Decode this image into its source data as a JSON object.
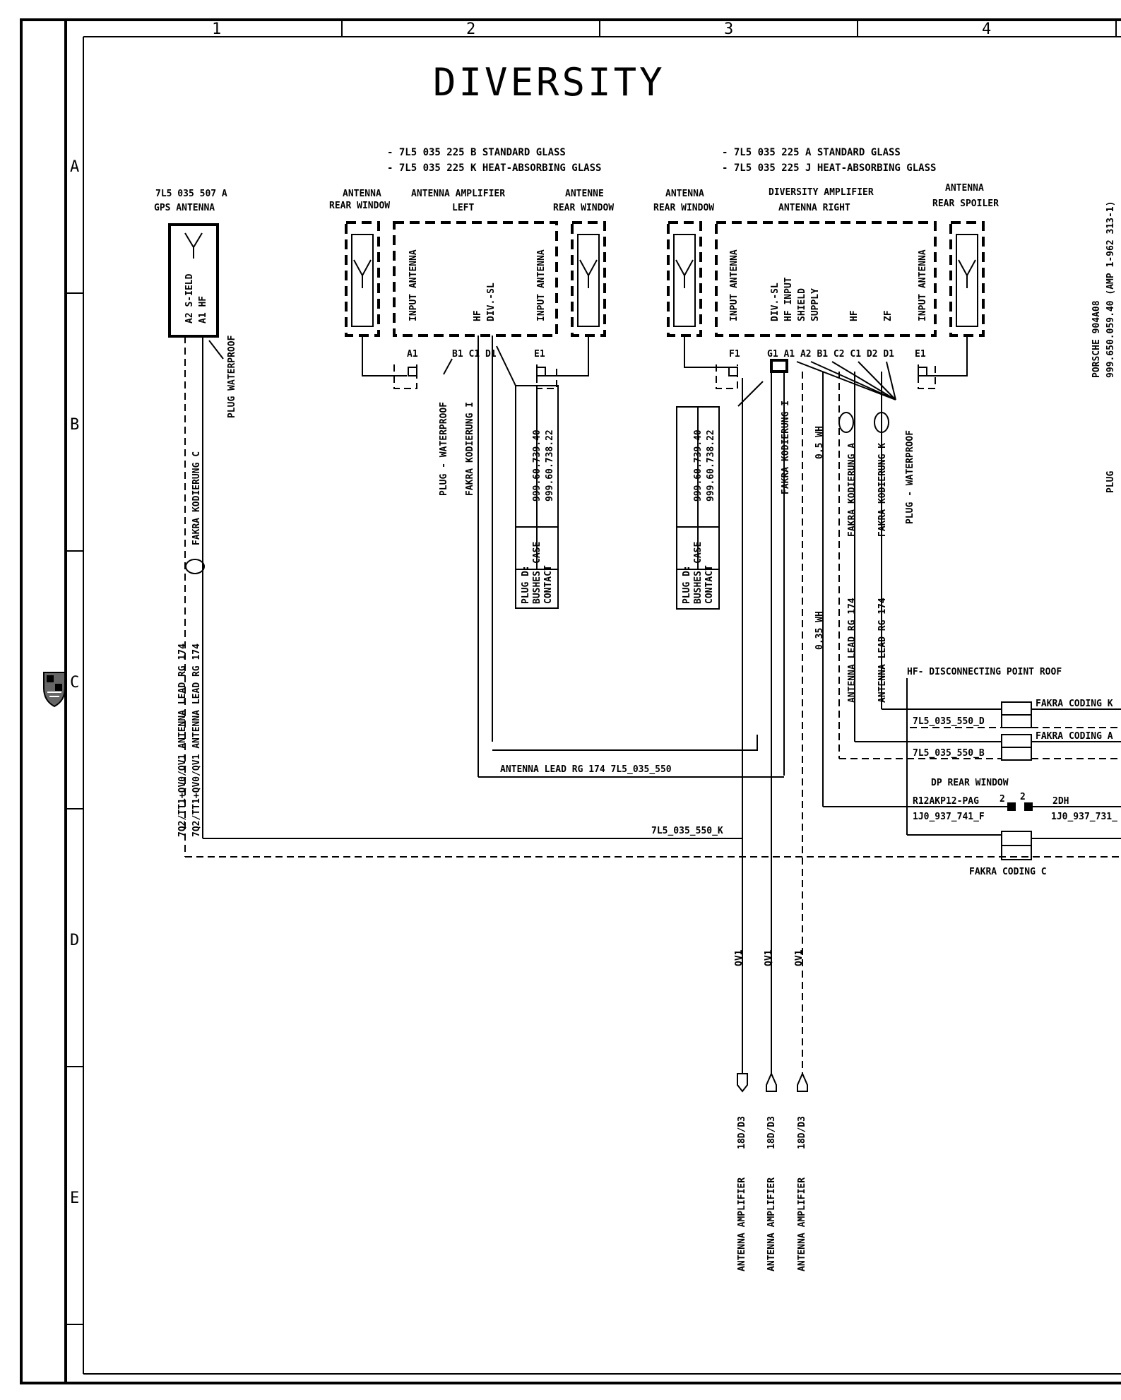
{
  "grid": {
    "columns": [
      "1",
      "2",
      "3",
      "4"
    ],
    "rows": [
      "A",
      "B",
      "C",
      "D",
      "E"
    ]
  },
  "title": "DIVERSITY",
  "left_group": {
    "parts": [
      "- 7L5 035 225 B  STANDARD GLASS",
      "- 7L5 035 225 K  HEAT-ABSORBING GLASS"
    ]
  },
  "right_group": {
    "parts": [
      "- 7L5 035 225 A  STANDARD  GLASS",
      "- 7L5 035 225 J  HEAT-ABSORBING  GLASS"
    ]
  },
  "gps": {
    "label": [
      "7L5 035 507 A",
      "GPS  ANTENNA"
    ],
    "pins": [
      "A2  S-IELD",
      "A1  HF"
    ],
    "plug": "PLUG  WATERPROOF",
    "coding": "FAKRA  KODIERUNG C",
    "leads": [
      "7Q2/TT1+QV0/QV1   ANTENNA LEAD   RG 174",
      "7Q2/TT1+QV0/QV1   ANTENNA LEAD   RG 174"
    ]
  },
  "left_unit": {
    "antenna_left_label": [
      "ANTENNA",
      "REAR WINDOW"
    ],
    "amp_label": [
      "ANTENNA  AMPLIFIER",
      "LEFT"
    ],
    "antenna_right_label": [
      "ANTENNE",
      "REAR WINDOW"
    ],
    "pin_labels": [
      "INPUT  ANTENNA",
      "HF",
      "DIV.-SL",
      "INPUT  ANTENNA"
    ],
    "pin_ids": [
      "A1",
      "B1 C1 D1",
      "E1"
    ],
    "plug": "PLUG - WATERPROOF",
    "coding": "FAKRA  KODIERUNG I",
    "plugd": [
      "PLUG D:",
      "BUSHES",
      "CONTACT"
    ],
    "case": "CASE",
    "partnos": [
      "999.60.739.40",
      "999.60.738.22"
    ]
  },
  "right_unit": {
    "antenna_left_label": [
      "ANTENNA",
      "REAR WINDOW"
    ],
    "amp_label": [
      "DIVERSITY AMPLIFIER",
      "ANTENNA  RIGHT"
    ],
    "antenna_right_label": [
      "ANTENNA",
      "REAR SPOILER"
    ],
    "pin_labels": [
      "INPUT  ANTENNA",
      "DIV.-SL",
      "HF  INPUT",
      "SHIELD",
      "SUPPLY",
      "HF",
      "ZF",
      "INPUT  ANTENNA"
    ],
    "pin_ids": [
      "F1",
      "G1 A1 A2 B1 C2 C1 D2 D1",
      "E1"
    ],
    "plug": "PLUG - WATERPROOF",
    "coding_i": "FAKRA  KODIERUNG I",
    "coding_a": "FAKRA  KODIERUNG A",
    "coding_k": "FAKRA  KODIERUNG K",
    "wire_05": "0.5 WH",
    "wire_035": "0.35 WH",
    "lead_a": "ANTENNA LEAD   RG 174",
    "lead_k": "ANTENNA LEAD   RG 174",
    "plugd": [
      "PLUG D:",
      "BUSHES",
      "CONTACT"
    ],
    "case": "CASE",
    "partnos": [
      "999.60.739.40",
      "999.60.738.22"
    ]
  },
  "bottom": {
    "antenna_lead": "ANTENNA LEAD    RG 174   7L5_035_550",
    "lead_k": "7L5_035_550_K",
    "hf_point": "HF- DISCONNECTING POINT     ROOF",
    "lead_d": "7L5_035_550_D",
    "lead_b": "7L5_035_550_B",
    "fakra_k": "FAKRA CODING K",
    "fakra_a": "FAKRA CODING A",
    "dp_rear": "DP  REAR WINDOW",
    "r12": "R12AKP12-PAG",
    "pin2a": "2",
    "pin2b": "2",
    "dh2": "2DH",
    "part_f": "1J0_937_741_F",
    "part_731": "1J0_937_731_",
    "fakra_c": "FAKRA   CODING C"
  },
  "qv": {
    "labels": [
      "QV1",
      "QV1",
      "QV1"
    ],
    "refs": [
      "18D/D3",
      "18D/D3",
      "18D/D3"
    ],
    "targets": [
      "ANTENNA AMPLIFIER",
      "ANTENNA AMPLIFIER",
      "ANTENNA AMPLIFIER"
    ]
  },
  "porsche": {
    "lines": [
      "PORSCHE 904A08",
      "999.650.059.40 (AMP 1-962 313-1)"
    ],
    "plug": "PLUG"
  }
}
